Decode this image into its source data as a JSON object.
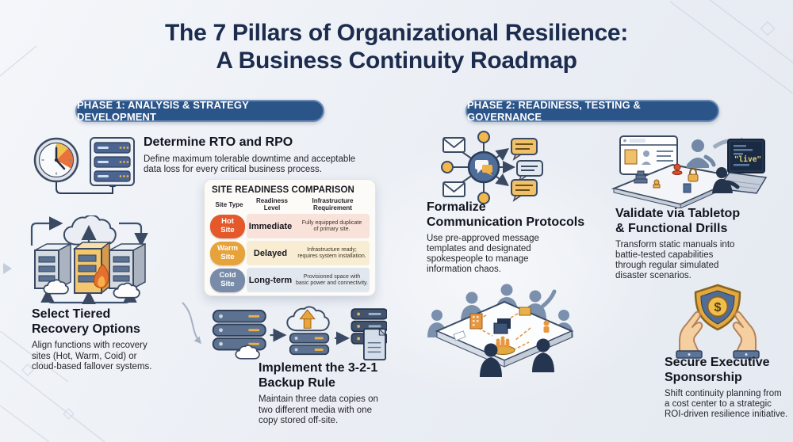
{
  "title": {
    "text": "The 7 Pillars of Organizational Resilience:\nA Business Continuity Roadmap"
  },
  "phase1": {
    "banner": "PHASE 1: ANALYSIS & STRATEGY DEVELOPMENT",
    "items": [
      {
        "icon": "clock-rto-icon",
        "heading": "Determine RTO and RPO",
        "body": "Define maximum tolerable downtime and acceptable\ndata loss for every critical business process."
      },
      {
        "icon": "failover-sites-icon",
        "heading": "Select Tiered\nRecovery Options",
        "body": "Align functions with recovery\nsites (Hot, Warm, Coid) or\ncloud-based fallover systems."
      },
      {
        "icon": "backup-321-icon",
        "heading": "Implement the 3-2-1\nBackup Rule",
        "body": "Maintain three data copies on\ntwo different media with one\ncopy stored off-site."
      }
    ],
    "table": {
      "title": "SITE READINESS COMPARISON",
      "columns": [
        "Site Type",
        "Readiness\nLevel",
        "Infrastructure\nRequirement"
      ],
      "rows": [
        {
          "site": "Hot\nSite",
          "level": "Immediate",
          "requirement": "Fully equipped duplicate\nof primary site.",
          "accent": "#e4582a",
          "row_bg": "#f9e2da"
        },
        {
          "site": "Warm\nSite",
          "level": "Delayed",
          "requirement": "Infrastructure ready;\nrequires system installation.",
          "accent": "#e7a33b",
          "row_bg": "#f8edd2"
        },
        {
          "site": "Cold\nSite",
          "level": "Long-term",
          "requirement": "Provisioned space with\nbasic power and connectivity.",
          "accent": "#788ca9",
          "row_bg": "#e1e7ef"
        }
      ]
    }
  },
  "phase2": {
    "banner": "PHASE 2: READINESS, TESTING & GOVERNANCE",
    "items": [
      {
        "icon": "communication-hub-icon",
        "heading": "Formalize\nCommunication Protocols",
        "body": "Use pre-approved message\ntemplates and designated\nspokespeople to manage\ninformation chaos."
      },
      {
        "icon": "tabletop-drill-icon",
        "heading": "Validate via Tabletop\n& Functional Drills",
        "body": "Transform static manuals into\nbattie-tested capabilities\nthrough regular simulated\ndisaster scenarios.",
        "screen_text": "\"live\""
      },
      {
        "icon": "executive-shield-icon",
        "heading": "Secure Executive\nSponsorship",
        "body": "Shift continuity planning from\na cost center to a strategic\nROI-driven resilience initiative.",
        "icon_symbol": "$"
      }
    ],
    "extra_icon": "tabletop-meeting-icon"
  },
  "colors": {
    "phase_banner": "#2b5589",
    "title": "#1c2c4e",
    "hot": "#e4582a",
    "warm": "#e7a33b",
    "cold": "#788ca9",
    "flame_orange": "#e56f2e",
    "gold": "#e9b14c",
    "outline_navy": "#3b4a63"
  }
}
